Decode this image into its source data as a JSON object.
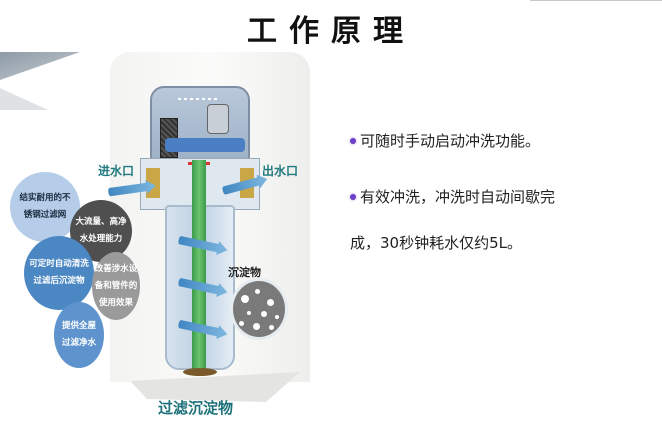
{
  "title": "工作原理",
  "diagram": {
    "inlet_label": "进水口",
    "outlet_label": "出水口",
    "sediment_label": "沉淀物",
    "bottom_caption": "过滤沉淀物",
    "feature_bubbles": [
      {
        "lines": [
          "结实耐用的不",
          "锈钢过滤网"
        ],
        "color": "#b5cde8"
      },
      {
        "lines": [
          "大流量、高净",
          "水处理能力"
        ],
        "color": "#4f4f4f"
      },
      {
        "lines": [
          "可定时自动清洗",
          "过滤后沉淀物"
        ],
        "color": "#4b87c3"
      },
      {
        "lines": [
          "改善涉水设",
          "备和管件的",
          "使用效果"
        ],
        "color": "#9a9a9a"
      },
      {
        "lines": [
          "提供全屋",
          "过滤净水"
        ],
        "color": "#5e93cd"
      }
    ]
  },
  "bullets": [
    {
      "text": "可随时手动启动冲洗功能。"
    },
    {
      "text": " 有效冲洗，冲洗时自动间歇完",
      "continuation": "成，30秒钟耗水仅约5L。"
    }
  ],
  "colors": {
    "accent_teal": "#1d7179",
    "bullet_purple": "#6b3fc6",
    "water_blue": "#3f86c2",
    "tube_green": "#4caf50"
  }
}
